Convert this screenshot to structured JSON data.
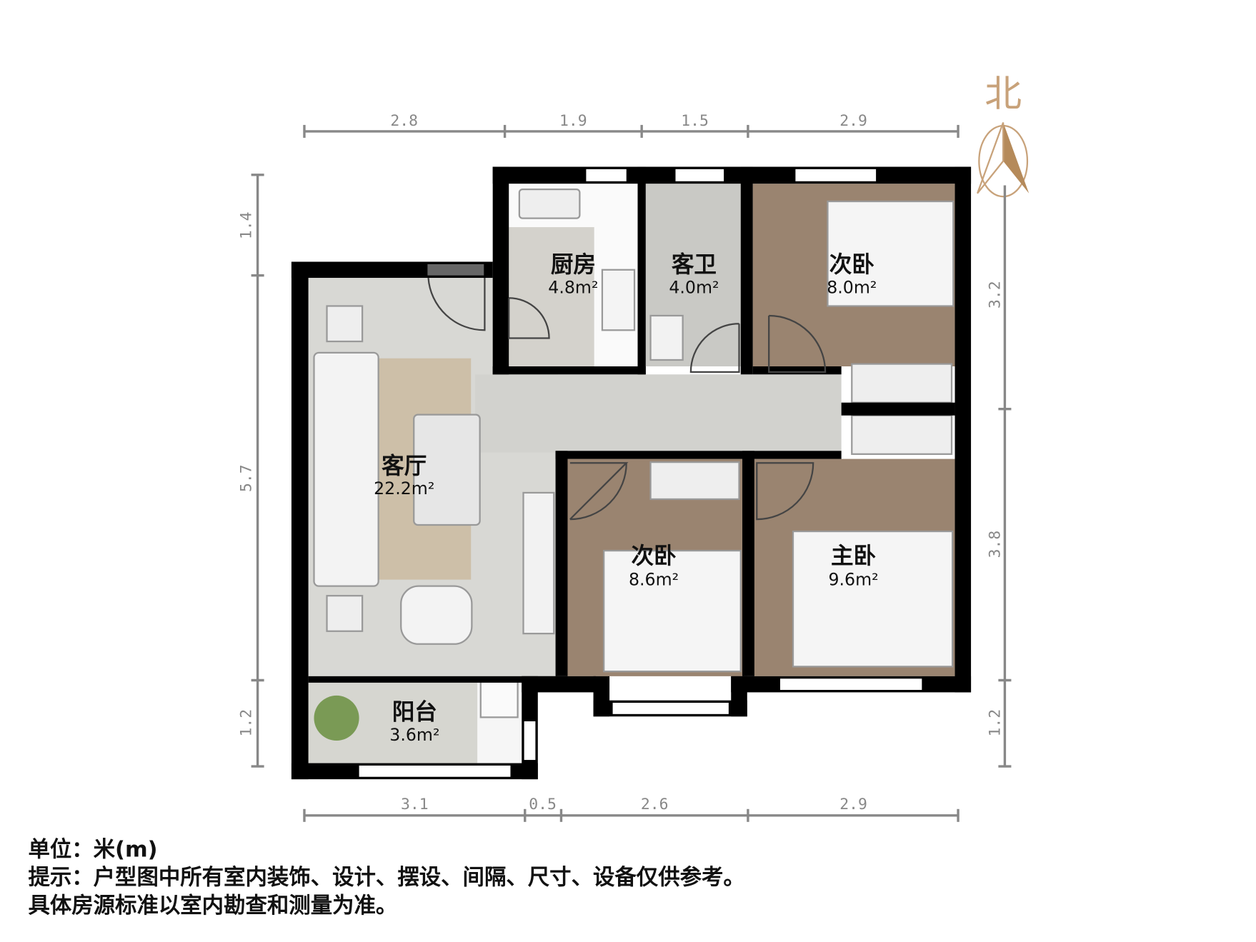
{
  "compass": {
    "label": "北",
    "color": "#c8a27a"
  },
  "dimensions": {
    "top": [
      "2.8",
      "1.9",
      "1.5",
      "2.9"
    ],
    "bottom": [
      "3.1",
      "0.5",
      "2.6",
      "2.9"
    ],
    "left": [
      "1.4",
      "5.7",
      "1.2"
    ],
    "right": [
      "3.2",
      "3.8",
      "1.2"
    ]
  },
  "rooms": [
    {
      "name": "厨房",
      "area": "4.8m²"
    },
    {
      "name": "客卫",
      "area": "4.0m²"
    },
    {
      "name": "次卧",
      "area": "8.0m²"
    },
    {
      "name": "客厅",
      "area": "22.2m²"
    },
    {
      "name": "次卧",
      "area": "8.6m²"
    },
    {
      "name": "主卧",
      "area": "9.6m²"
    },
    {
      "name": "阳台",
      "area": "3.6m²"
    }
  ],
  "notes": [
    "单位：米(m)",
    "提示：户型图中所有室内装饰、设计、摆设、间隔、尺寸、设备仅供参考。",
    "具体房源标准以室内勘查和测量为准。"
  ],
  "colors": {
    "wall": "#000000",
    "wood": "#9a8470",
    "tile": "#d8d8d4",
    "dimension": "#888888"
  }
}
